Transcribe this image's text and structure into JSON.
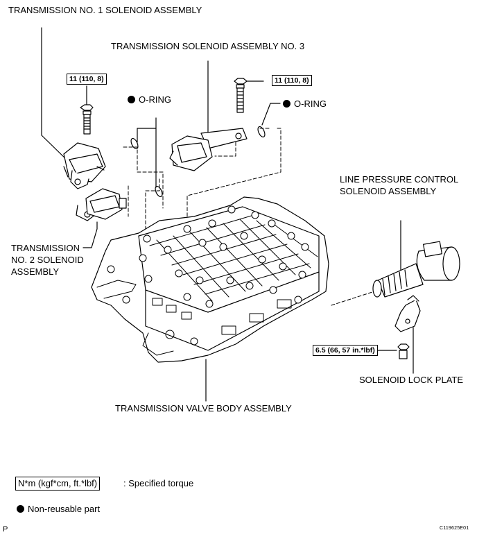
{
  "labels": {
    "sol1": "TRANSMISSION NO. 1 SOLENOID ASSEMBLY",
    "sol3": "TRANSMISSION SOLENOID ASSEMBLY NO. 3",
    "oring_left": "O-RING",
    "oring_right": "O-RING",
    "sol2_line1": "TRANSMISSION",
    "sol2_line2": "NO. 2 SOLENOID",
    "sol2_line3": "ASSEMBLY",
    "lpc_line1": "LINE PRESSURE CONTROL",
    "lpc_line2": "SOLENOID ASSEMBLY",
    "lock_plate": "SOLENOID LOCK PLATE",
    "valve_body": "TRANSMISSION VALVE BODY ASSEMBLY"
  },
  "torques": {
    "bolt1": "11 (110, 8)",
    "bolt3": "11 (110, 8)",
    "lock": "6.5 (66, 57 in.*lbf)"
  },
  "legend": {
    "torque_units": "N*m (kgf*cm, ft.*lbf)",
    "torque_desc": ": Specified torque",
    "nonreusable_desc": "Non-reusable part"
  },
  "footer": {
    "page_letter": "P",
    "figure_code": "C119625E01"
  }
}
